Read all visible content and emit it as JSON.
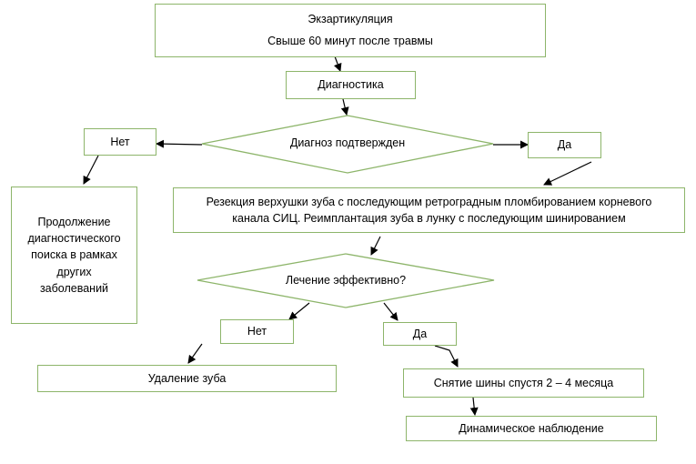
{
  "nodes": {
    "start_line1": "Экзартикуляция",
    "start_line2": "Свыше 60 минут после травмы",
    "diagnostics": "Диагностика",
    "diag_confirmed": "Диагноз подтвержден",
    "no1": "Нет",
    "yes1": "Да",
    "continue_search": "Продолжение диагностического поиска в рамках других заболеваний",
    "resection_line1": "Резекция верхушки зуба с последующим ретроградным пломбированием корневого",
    "resection_line2": "канала СИЦ. Реимплантация зуба в лунку с последующим шинированием",
    "treatment_effective": "Лечение эффективно?",
    "no2": "Нет",
    "yes2": "Да",
    "extraction": "Удаление зуба",
    "splint_removal": "Снятие шины спустя 2 – 4 месяца",
    "observation": "Динамическое наблюдение"
  },
  "colors": {
    "border": "#8db56a",
    "arrow": "#000000"
  }
}
